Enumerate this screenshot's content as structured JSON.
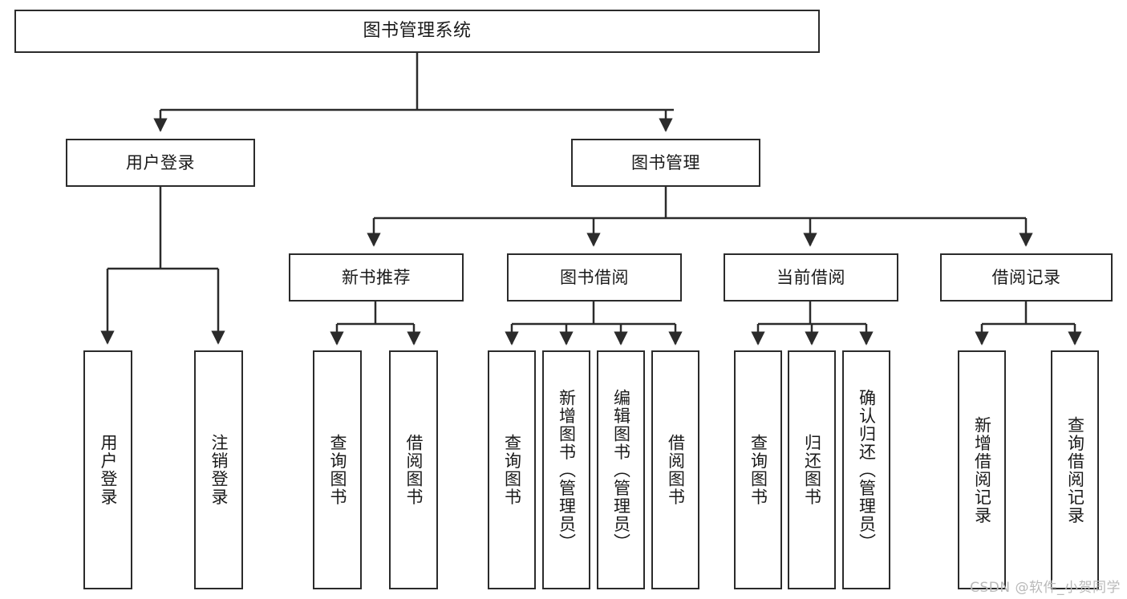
{
  "diagram": {
    "type": "tree-hierarchy-chart",
    "title": "图书管理系统",
    "line_color": "#2b2b2b",
    "box_fill": "#ffffff",
    "text_color": "#1a1a1a",
    "nodes": {
      "root": {
        "label": "图书管理系统"
      },
      "level2": [
        {
          "id": "user-login",
          "label": "用户登录"
        },
        {
          "id": "book-manage",
          "label": "图书管理"
        }
      ],
      "level3": [
        {
          "id": "new-book-rec",
          "label": "新书推荐"
        },
        {
          "id": "book-borrow",
          "label": "图书借阅"
        },
        {
          "id": "current-borrow",
          "label": "当前借阅"
        },
        {
          "id": "borrow-record",
          "label": "借阅记录"
        }
      ],
      "leaves": {
        "user_login": [
          {
            "id": "leaf-user-login",
            "label": "用户登录"
          },
          {
            "id": "leaf-logout-login",
            "label": "注销登录"
          }
        ],
        "new_book_rec": [
          {
            "id": "leaf-query-book-1",
            "label": "查询图书"
          },
          {
            "id": "leaf-borrow-book-1",
            "label": "借阅图书"
          }
        ],
        "book_borrow": [
          {
            "id": "leaf-query-book-2",
            "label": "查询图书"
          },
          {
            "id": "leaf-add-book",
            "label": "新增图书（管理员）"
          },
          {
            "id": "leaf-edit-book",
            "label": "编辑图书（管理员）"
          },
          {
            "id": "leaf-borrow-book-2",
            "label": "借阅图书"
          }
        ],
        "current_borrow": [
          {
            "id": "leaf-query-book-3",
            "label": "查询图书"
          },
          {
            "id": "leaf-return-book",
            "label": "归还图书"
          },
          {
            "id": "leaf-confirm-return",
            "label": "确认归还（管理员）"
          }
        ],
        "borrow_record": [
          {
            "id": "leaf-add-record",
            "label": "新增借阅记录"
          },
          {
            "id": "leaf-query-record",
            "label": "查询借阅记录"
          }
        ]
      }
    }
  },
  "watermark": {
    "text": "CSDN @软件_小贺同学"
  }
}
